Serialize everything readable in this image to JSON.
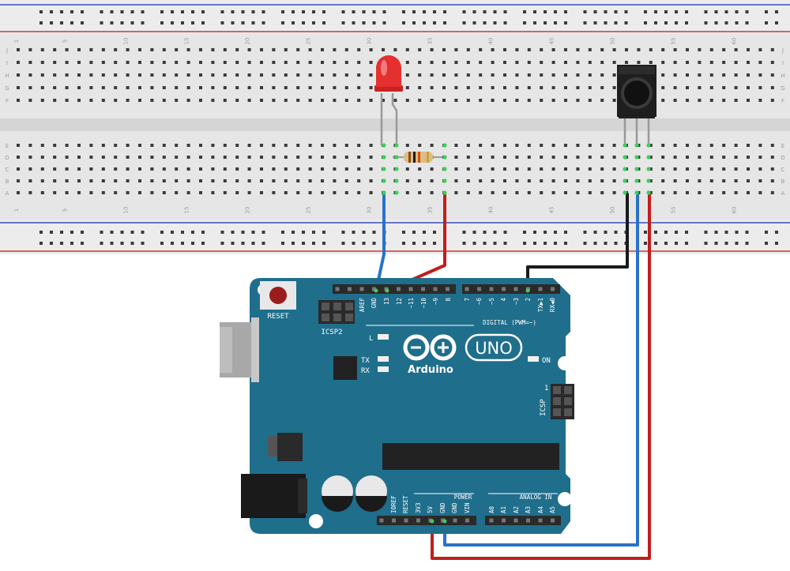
{
  "breadboard": {
    "row_letters_top": [
      "J",
      "I",
      "H",
      "G",
      "F"
    ],
    "row_letters_bottom": [
      "E",
      "D",
      "C",
      "B",
      "A"
    ],
    "column_numbers": [
      "1",
      "5",
      "10",
      "15",
      "20",
      "25",
      "30",
      "35",
      "40",
      "45",
      "50",
      "55",
      "60"
    ]
  },
  "arduino": {
    "reset_label": "RESET",
    "icsp2_label": "ICSP2",
    "icsp_label": "ICSP",
    "icsp_pin1": "1",
    "logo_text": "Arduino",
    "uno_text": "UNO",
    "led_l": "L",
    "led_tx": "TX",
    "led_rx": "RX",
    "led_on": "ON",
    "digital_label": "DIGITAL (PWM=~)",
    "digital_pins": [
      "AREF",
      "GND",
      "13",
      "12",
      "~11",
      "~10",
      "~9",
      "8",
      "7",
      "~6",
      "~5",
      "4",
      "~3",
      "2",
      "TX▶1",
      "RX◀0"
    ],
    "power_label": "POWER",
    "power_pins": [
      "IOREF",
      "RESET",
      "3V3",
      "5V",
      "GND",
      "GND",
      "VIN"
    ],
    "analog_label": "ANALOG IN",
    "analog_pins": [
      "A0",
      "A1",
      "A2",
      "A3",
      "A4",
      "A5"
    ]
  },
  "colors": {
    "board": "#1f6e8c",
    "breadboard": "#e5e5e5",
    "wire_red": "#c21d1d",
    "wire_blue": "#2a72c8",
    "wire_black": "#1a1a1a",
    "led": "#e53030"
  }
}
